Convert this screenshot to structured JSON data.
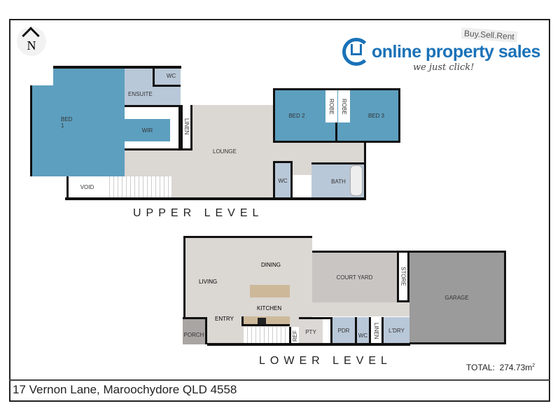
{
  "compass": {
    "label": "N"
  },
  "logo": {
    "badge": "Buy.Sell.Rent",
    "name": "online property sales",
    "tagline": "we just click!",
    "color": "#1a72b8"
  },
  "upper": {
    "title": "UPPER LEVEL",
    "rooms": {
      "bed1": "BED 1",
      "ensuite": "ENSUITE",
      "wc_ensuite": "WC",
      "wir": "WIR",
      "linen": "LINEN",
      "lounge": "LOUNGE",
      "bed2": "BED 2",
      "robe2": "ROBE",
      "robe3": "ROBE",
      "bed3": "BED 3",
      "wc": "WC",
      "bath": "BATH",
      "void": "VOID"
    }
  },
  "lower": {
    "title": "LOWER LEVEL",
    "rooms": {
      "living": "LIVING",
      "dining": "DINING",
      "kitchen": "KITCHEN",
      "entry": "ENTRY",
      "porch": "PORCH",
      "courtyard": "COURT YARD",
      "store": "STORE",
      "garage": "GARAGE",
      "ref": "REF",
      "pty": "PTY",
      "pdr": "PDR",
      "wc": "WC",
      "linen": "LINEN",
      "ldry": "L'DRY"
    }
  },
  "total": {
    "label": "TOTAL:",
    "value": "274.73m",
    "unit_sup": "2"
  },
  "address": "17 Vernon Lane, Maroochydore QLD 4558",
  "colors": {
    "bedroom": "#5d9fbf",
    "wet_area": "#b9c8d8",
    "living": "#dbd7d3",
    "courtyard": "#c9c5c2",
    "garage": "#9b9b9b"
  }
}
